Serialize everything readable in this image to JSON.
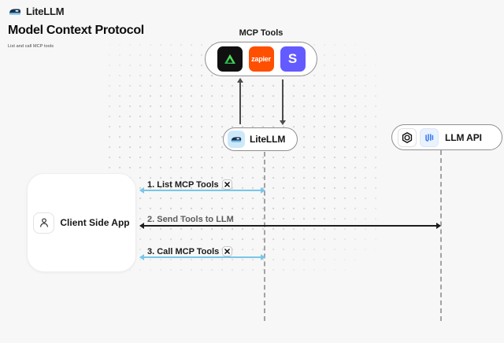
{
  "header": {
    "brand": "LiteLLM",
    "title": "Model Context Protocol",
    "subtitle": "List and call MCP tools"
  },
  "mcp": {
    "label": "MCP Tools",
    "tools": [
      {
        "name": "green-triangle-tool"
      },
      {
        "name": "zapier",
        "label": "zapier",
        "bg": "#ff4f00"
      },
      {
        "name": "stripe",
        "label": "S",
        "bg": "#635bff"
      }
    ]
  },
  "nodes": {
    "litellm": {
      "label": "LiteLLM"
    },
    "llm_api": {
      "label": "LLM API"
    },
    "client": {
      "label": "Client Side App"
    }
  },
  "sequence": [
    {
      "label": "1. List MCP Tools",
      "has_tools_icon": true,
      "color": "#79c6e8"
    },
    {
      "label": "2. Send Tools to LLM",
      "has_tools_icon": false,
      "color": "#1d1d1d"
    },
    {
      "label": "3. Call MCP Tools",
      "has_tools_icon": true,
      "color": "#79c6e8"
    }
  ],
  "colors": {
    "background": "#f7f7f8",
    "blue_arrow": "#79c6e8",
    "black_arrow": "#1d1d1d",
    "zapier": "#ff4f00",
    "stripe": "#635bff",
    "litellm_icon_bg": "#cde9f9",
    "dark_tool_bg": "#101010",
    "green_tool": "#34c759"
  }
}
